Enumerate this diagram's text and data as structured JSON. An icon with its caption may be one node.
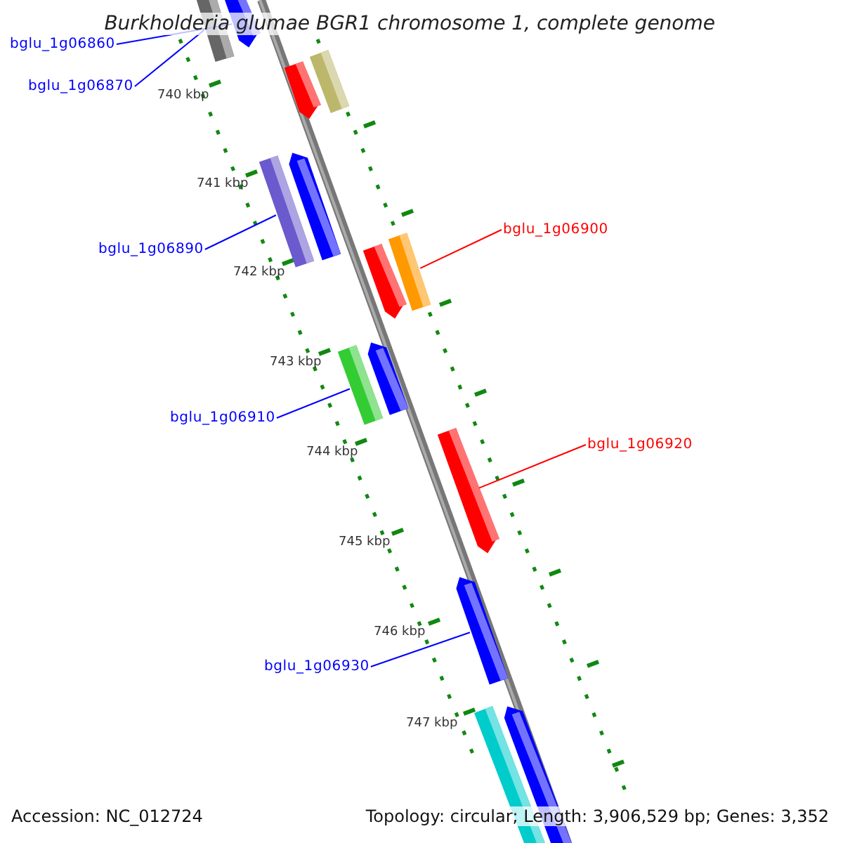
{
  "diagram": {
    "title": "Burkholderia glumae BGR1 chromosome 1, complete genome",
    "nodes": [
      {
        "text": [
          "bglu_1g06860"
        ]
      },
      {
        "text": [
          "bglu_1g06870"
        ]
      },
      {
        "text": [
          "bglu_1g06890"
        ]
      },
      {
        "text": [
          "bglu_1g06900"
        ]
      },
      {
        "text": [
          "bglu_1g06910"
        ]
      },
      {
        "text": [
          "bglu_1g06920"
        ]
      },
      {
        "text": [
          "bglu_1g06930"
        ]
      },
      {
        "text": [],
        "shape": "arrow"
      },
      {
        "text": [],
        "shape": "arrow"
      },
      {
        "text": [],
        "shape": "arrow"
      },
      {
        "text": [],
        "shape": "arrow"
      },
      {
        "text": [],
        "shape": "arrow"
      },
      {
        "text": [],
        "shape": "arrow"
      },
      {
        "text": [],
        "shape": "arrow"
      },
      {
        "text": [],
        "shape": "arrow"
      },
      {
        "text": [],
        "shape": "arrow"
      },
      {
        "text": [],
        "shape": "arrow"
      },
      {
        "text": [],
        "shape": "arrow"
      },
      {
        "text": [],
        "shape": "arrow"
      },
      {
        "text": [],
        "shape": "arrow"
      },
      {
        "text": [],
        "shape": "arrow"
      }
    ],
    "edges": [
      {
        "from": 0,
        "to": 7,
        "arrow": "none"
      },
      {
        "from": 1,
        "to": 8,
        "arrow": "none"
      },
      {
        "from": 2,
        "to": 11,
        "arrow": "none"
      },
      {
        "from": 3,
        "to": 14,
        "arrow": "none",
        "color": "#ff0000"
      },
      {
        "from": 4,
        "to": 15,
        "arrow": "none"
      },
      {
        "from": 5,
        "to": 17,
        "arrow": "none",
        "color": "#ff0000"
      },
      {
        "from": 6,
        "to": 18,
        "arrow": "none"
      }
    ],
    "labels": [
      "740 kbp",
      "741 kbp",
      "742 kbp",
      "743 kbp",
      "744 kbp",
      "745 kbp",
      "746 kbp",
      "747 kbp",
      "Accession: NC_012724",
      "Topology: circular; Length: 3,906,529 bp; Genes: 3,352"
    ]
  }
}
